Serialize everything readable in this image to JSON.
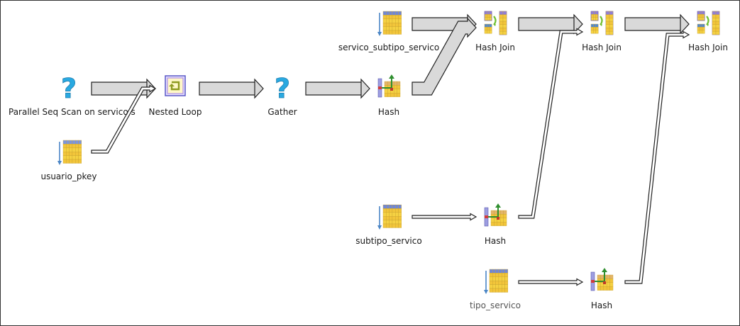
{
  "window": {
    "background": "#ffffff",
    "border": "#333333"
  },
  "plan": {
    "nodes": [
      {
        "id": "seqscan",
        "label": "Parallel Seq Scan on servico s",
        "icon": "unknown-node-icon",
        "dim": false
      },
      {
        "id": "nested",
        "label": "Nested Loop",
        "icon": "nested-loop-icon",
        "dim": false
      },
      {
        "id": "gather",
        "label": "Gather",
        "icon": "unknown-node-icon",
        "dim": false
      },
      {
        "id": "hash1",
        "label": "Hash",
        "icon": "hash-icon",
        "dim": false
      },
      {
        "id": "st1",
        "label": "servico_subtipo_servico",
        "icon": "seq-scan-table-icon",
        "dim": false
      },
      {
        "id": "hj1",
        "label": "Hash Join",
        "icon": "hash-join-icon",
        "dim": false
      },
      {
        "id": "hj2",
        "label": "Hash Join",
        "icon": "hash-join-icon",
        "dim": false
      },
      {
        "id": "hj3",
        "label": "Hash Join",
        "icon": "hash-join-icon",
        "dim": false
      },
      {
        "id": "pkey",
        "label": "usuario_pkey",
        "icon": "index-scan-icon",
        "dim": false
      },
      {
        "id": "subtipo",
        "label": "subtipo_servico",
        "icon": "seq-scan-table-icon",
        "dim": false
      },
      {
        "id": "hash2",
        "label": "Hash",
        "icon": "hash-icon",
        "dim": false
      },
      {
        "id": "tipo",
        "label": "tipo_servico",
        "icon": "seq-scan-table-icon",
        "dim": true
      },
      {
        "id": "hash3",
        "label": "Hash",
        "icon": "hash-icon",
        "dim": false
      }
    ],
    "edges": [
      {
        "from": "seqscan",
        "to": "nested",
        "weight": "thick"
      },
      {
        "from": "pkey",
        "to": "nested",
        "weight": "thin"
      },
      {
        "from": "nested",
        "to": "gather",
        "weight": "thick"
      },
      {
        "from": "gather",
        "to": "hash1",
        "weight": "thick"
      },
      {
        "from": "st1",
        "to": "hj1",
        "weight": "thick"
      },
      {
        "from": "hash1",
        "to": "hj1",
        "weight": "thick"
      },
      {
        "from": "hj1",
        "to": "hj2",
        "weight": "thick"
      },
      {
        "from": "subtipo",
        "to": "hash2",
        "weight": "thin"
      },
      {
        "from": "hash2",
        "to": "hj2",
        "weight": "thin"
      },
      {
        "from": "hj2",
        "to": "hj3",
        "weight": "thick"
      },
      {
        "from": "tipo",
        "to": "hash3",
        "weight": "thin"
      },
      {
        "from": "hash3",
        "to": "hj3",
        "weight": "thin"
      }
    ],
    "colors": {
      "arrow_fill": "#d9d9d9",
      "arrow_stroke": "#222222",
      "grid_yellow": "#f5d142",
      "grid_blue": "#6e86d8",
      "question_blue": "#29a9e1"
    }
  }
}
